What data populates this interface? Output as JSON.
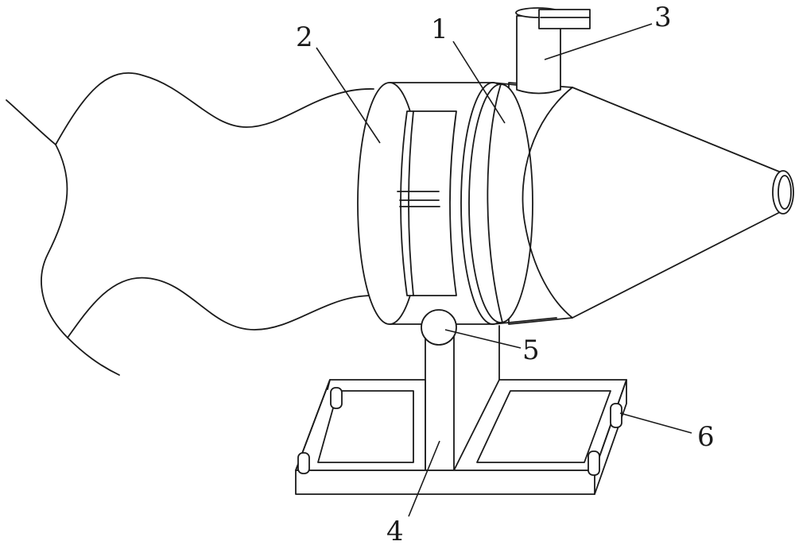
{
  "labels": {
    "l1": "1",
    "l2": "2",
    "l3": "3",
    "l4": "4",
    "l5": "5",
    "l6": "6"
  },
  "colors": {
    "stroke": "#1a1a1a",
    "background": "#ffffff"
  }
}
